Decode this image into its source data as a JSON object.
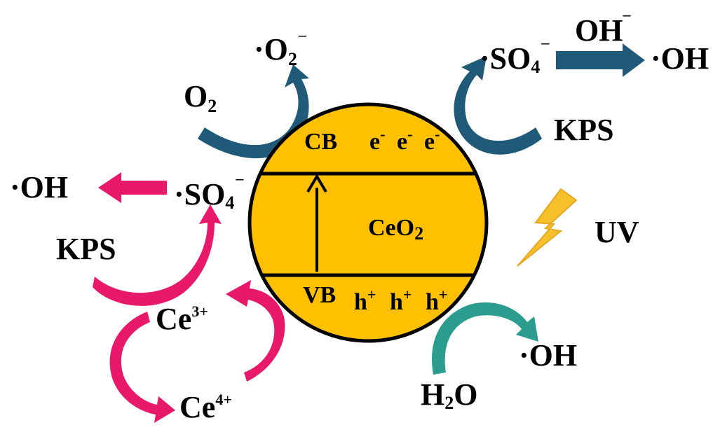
{
  "colors": {
    "particle_fill": "#FFC000",
    "outline": "#000000",
    "arrow_dark_blue": "#1F5A78",
    "arrow_pink": "#E8196A",
    "arrow_teal": "#2A9D8F",
    "lightning": "#F7C02B"
  },
  "particle": {
    "name": "CeO",
    "name_sub": "2",
    "cb": "CB",
    "vb": "VB",
    "electron": "e",
    "electron_sup": "-",
    "hole": "h",
    "hole_sup": "+"
  },
  "light": {
    "label": "UV",
    "icon": "lightning-bolt-icon"
  },
  "species": {
    "o2": {
      "base": "O",
      "sub": "2"
    },
    "superoxide": {
      "prefix": "·O",
      "sub": "2",
      "sup": "–"
    },
    "sulfate_radical": {
      "prefix": "·SO",
      "sub": "4",
      "sup": "–"
    },
    "oh_minus": {
      "base": "OH",
      "sup": "–"
    },
    "hydroxyl_radical": "·OH",
    "kps": "KPS",
    "ce3": {
      "base": "Ce",
      "sup": "3+"
    },
    "ce4": {
      "base": "Ce",
      "sup": "4+"
    },
    "water": {
      "pre": "H",
      "sub": "2",
      "post": "O"
    }
  }
}
